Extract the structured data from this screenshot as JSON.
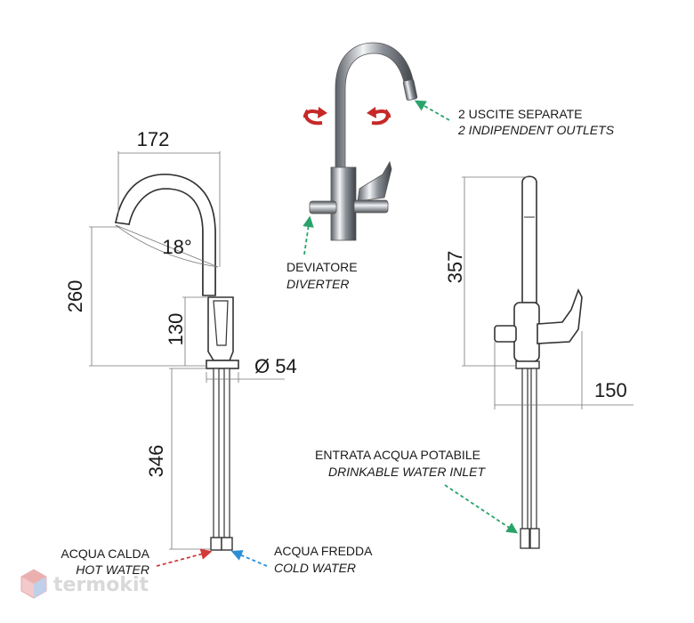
{
  "dimensions": {
    "spout_reach": "172",
    "spout_angle": "18°",
    "spout_height": "260",
    "lever_height": "130",
    "base_diameter": "Ø 54",
    "hose_length": "346",
    "side_height": "357",
    "side_depth": "150"
  },
  "labels": {
    "outlets_it": "2 USCITE SEPARATE",
    "outlets_en": "2 INDIPENDENT OUTLETS",
    "diverter_it": "DEVIATORE",
    "diverter_en": "DIVERTER",
    "inlet_it": "ENTRATA ACQUA POTABILE",
    "inlet_en": "DRINKABLE WATER INLET",
    "hot_it": "ACQUA CALDA",
    "hot_en": "HOT WATER",
    "cold_it": "ACQUA FREDDA",
    "cold_en": "COLD WATER"
  },
  "watermark": "termokit",
  "colors": {
    "arrow_green": "#2aa36a",
    "arrow_red": "#d33a3a",
    "arrow_blue": "#2c8fd6",
    "rotate_red": "#c62828",
    "chrome": "#9aa0a6"
  }
}
